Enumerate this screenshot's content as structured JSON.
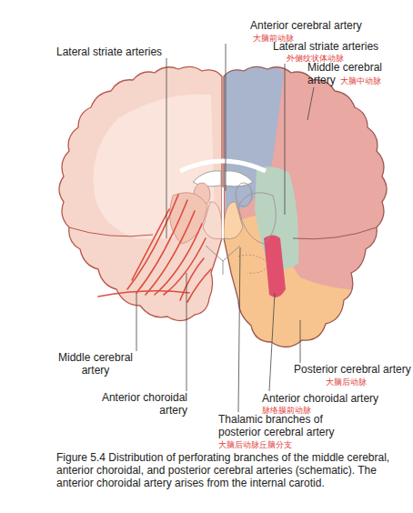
{
  "diagram": {
    "caption": "Figure 5.4 Distribution of perforating branches of the middle cerebral, anterior choroidal, and posterior cerebral arteries (schematic). The anterior choroidal artery arises from the internal carotid.",
    "labels": [
      "Anterior cerebral artery",
      "大脑前动脉",
      "Lateral striate arteries",
      "Lateral striate arteries",
      "外侧纹状体动脉",
      "Middle cerebral artery",
      "大脑中动脉",
      "Middle cerebral artery",
      "Posterior cerebral artery",
      "大脑后动脉",
      "Anterior choroidal artery",
      "Anterior choroidal artery",
      "脉络膜前动脉",
      "Thalamic branches of posterior cerebral artery",
      "大脑后动脉丘脑分支"
    ]
  }
}
